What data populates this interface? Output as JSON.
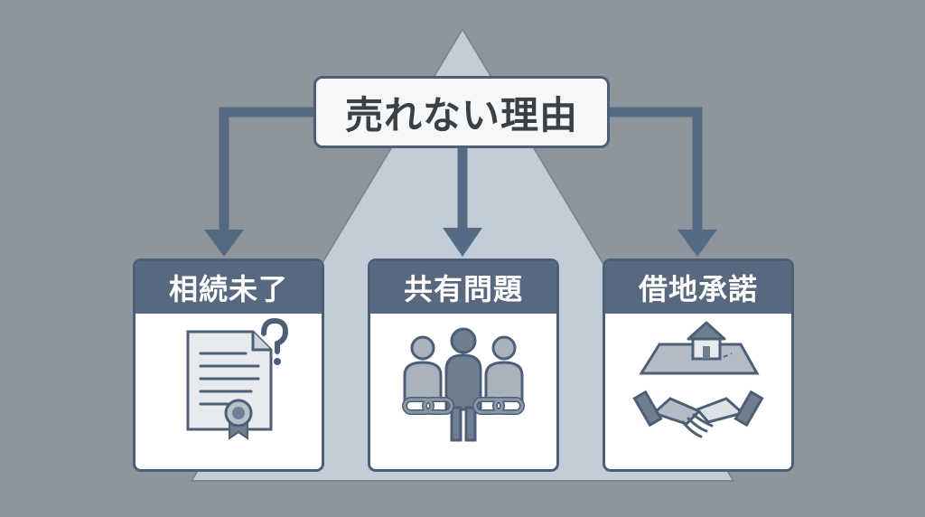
{
  "title": "売れない理由",
  "cards": [
    {
      "label": "相続未了",
      "icon": "document-certificate-question-icon"
    },
    {
      "label": "共有問題",
      "icon": "people-chained-icon"
    },
    {
      "label": "借地承諾",
      "icon": "land-house-handshake-icon"
    }
  ],
  "colors": {
    "background": "#8f959c",
    "triangle": "#c2cdd7",
    "arrow": "#556a82",
    "header": "#58697f",
    "border": "#4c5f76",
    "title_text": "#3c4044"
  }
}
